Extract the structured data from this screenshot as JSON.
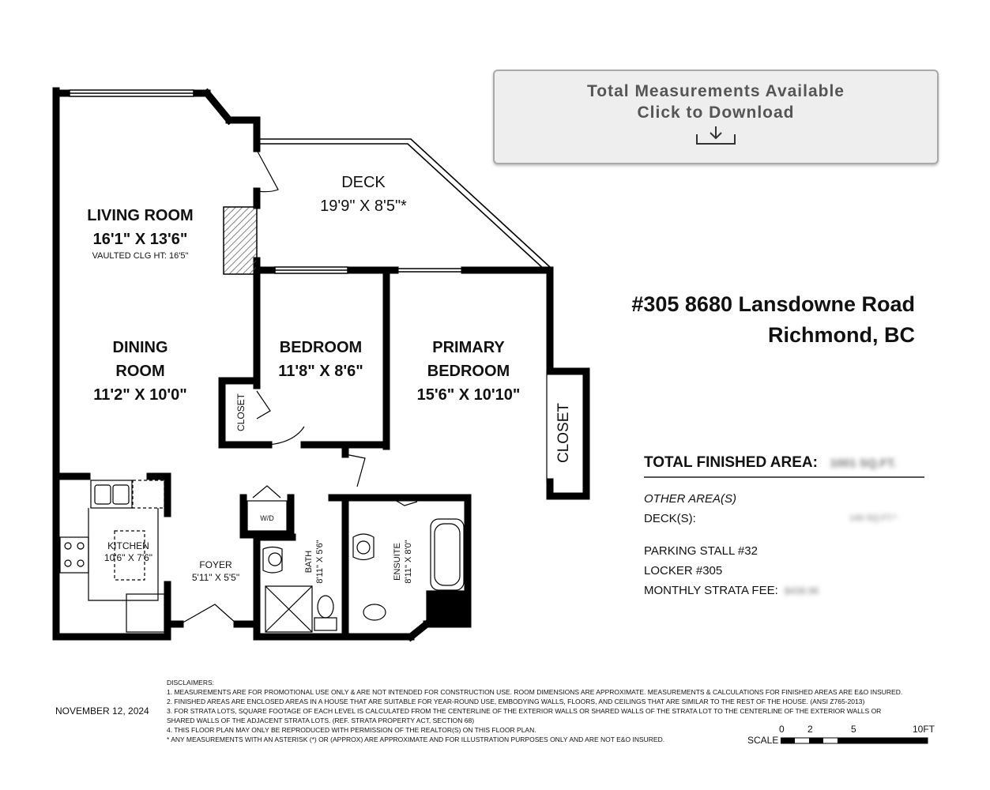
{
  "download": {
    "line1": "Total Measurements Available",
    "line2": "Click to Download",
    "icon": "download-icon"
  },
  "address": {
    "line1": "#305 8680 Lansdowne Road",
    "line2": "Richmond, BC"
  },
  "rooms": {
    "living": {
      "name": "LIVING ROOM",
      "dim": "16'1\" X 13'6\"",
      "note": "VAULTED CLG HT: 16'5\""
    },
    "deck": {
      "name": "DECK",
      "dim": "19'9\" X 8'5\"*"
    },
    "dining": {
      "name1": "DINING",
      "name2": "ROOM",
      "dim": "11'2\" X 10'0\""
    },
    "bedroom": {
      "name": "BEDROOM",
      "dim": "11'8\" X 8'6\""
    },
    "primary": {
      "name1": "PRIMARY",
      "name2": "BEDROOM",
      "dim": "15'6\" X 10'10\""
    },
    "closet_small": "CLOSET",
    "closet_primary": "CLOSET",
    "kitchen": {
      "name": "KITCHEN",
      "dim": "10'6\" X 7'6\""
    },
    "foyer": {
      "name": "FOYER",
      "dim": "5'11\" X 5'5\""
    },
    "wd": "W/D",
    "bath": {
      "name": "BATH",
      "dim": "8'11\" X 5'6\""
    },
    "ensuite": {
      "name": "ENSUITE",
      "dim": "8'11\" X 8'0\""
    }
  },
  "summary": {
    "total_label": "TOTAL FINISHED AREA:",
    "total_value": "1001 SQ.FT.",
    "other_label": "OTHER AREA(S)",
    "deck_label": "DECK(S):",
    "deck_value": "140 SQ.FT.*",
    "parking": "PARKING STALL #32",
    "locker": "LOCKER #305",
    "fee_label": "MONTHLY STRATA FEE:",
    "fee_value": "$438.96"
  },
  "date": "NOVEMBER 12, 2024",
  "disclaimers": [
    "DISCLAIMERS:",
    "1. MEASUREMENTS ARE FOR PROMOTIONAL USE ONLY & ARE NOT INTENDED FOR CONSTRUCTION USE. ROOM DIMENSIONS ARE APPROXIMATE. MEASUREMENTS & CALCULATIONS FOR FINISHED AREAS ARE E&O INSURED.",
    "2. FINISHED AREAS ARE ENCLOSED AREAS IN A HOUSE THAT ARE SUITABLE FOR YEAR-ROUND USE, EMBODYING WALLS, FLOORS, AND CEILINGS THAT ARE SIMILAR TO THE REST OF THE HOUSE. (ANSI Z765-2013)",
    "3. FOR STRATA LOTS, SQUARE FOOTAGE OF EACH LEVEL IS CALCULATED FROM THE CENTERLINE OF THE EXTERIOR WALLS OR SHARED WALLS OF THE STRATA LOT TO THE CENTERLINE OF THE EXTERIOR WALLS OR",
    "SHARED WALLS OF THE ADJACENT STRATA LOTS. (REF. STRATA PROPERTY ACT, SECTION 68)",
    "4. THIS FLOOR PLAN MAY ONLY BE REPRODUCED WITH PERMISSION OF THE REALTOR(S) ON THIS FLOOR PLAN.",
    "* ANY MEASUREMENTS WITH AN ASTERISK (*) OR (APPROX) ARE APPROXIMATE AND FOR ILLUSTRATION PURPOSES ONLY AND ARE NOT E&O INSURED."
  ],
  "scale": {
    "label": "SCALE",
    "t0": "0",
    "t2": "2",
    "t5": "5",
    "t10": "10FT"
  }
}
